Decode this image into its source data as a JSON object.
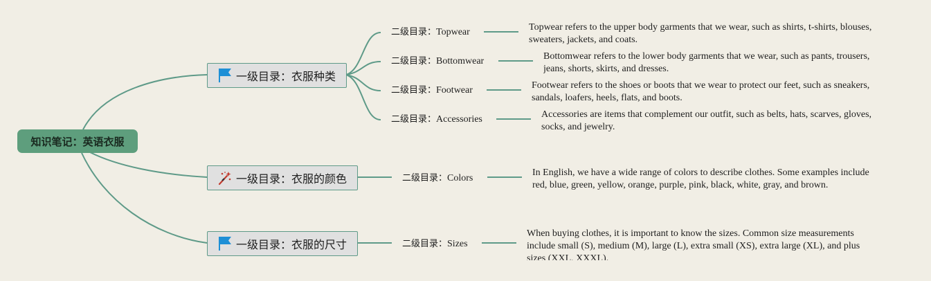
{
  "root": {
    "label": "知识笔记：英语衣服"
  },
  "branches": [
    {
      "label": "一级目录：衣服种类",
      "icon": "flag-icon",
      "children": [
        {
          "prefix": "二级目录：",
          "name": "Topwear",
          "desc": "Topwear refers to the upper body garments that we wear, such as shirts, t-shirts, blouses, sweaters, jackets, and coats."
        },
        {
          "prefix": "二级目录：",
          "name": "Bottomwear",
          "desc": "Bottomwear refers to the lower body garments that we wear, such as pants, trousers, jeans, shorts, skirts, and dresses."
        },
        {
          "prefix": "二级目录：",
          "name": "Footwear",
          "desc": "Footwear refers to the shoes or boots that we wear to protect our feet, such as sneakers, sandals, loafers, heels, flats, and boots."
        },
        {
          "prefix": "二级目录：",
          "name": "Accessories",
          "desc": "Accessories are items that complement our outfit, such as belts, hats, scarves, gloves, socks, and jewelry."
        }
      ]
    },
    {
      "label": "一级目录：衣服的颜色",
      "icon": "magic-wand-icon",
      "children": [
        {
          "prefix": "二级目录：",
          "name": "Colors",
          "desc": "In English, we have a wide range of colors to describe clothes. Some examples include red, blue, green, yellow, orange, purple, pink, black, white, gray, and brown."
        }
      ]
    },
    {
      "label": "一级目录：衣服的尺寸",
      "icon": "flag-icon",
      "children": [
        {
          "prefix": "二级目录：",
          "name": "Sizes",
          "desc": "When buying clothes, it is important to know the sizes. Common size measurements include small (S), medium (M), large (L), extra small (XS), extra large (XL), and plus sizes (XXL, XXXL)."
        }
      ]
    }
  ],
  "colors": {
    "connector": "#5e9a88",
    "root_fill": "#5e9e7d",
    "branch_fill": "#e0e0e0",
    "flag": "#1e8fd6",
    "wand": "#c23b2e"
  }
}
